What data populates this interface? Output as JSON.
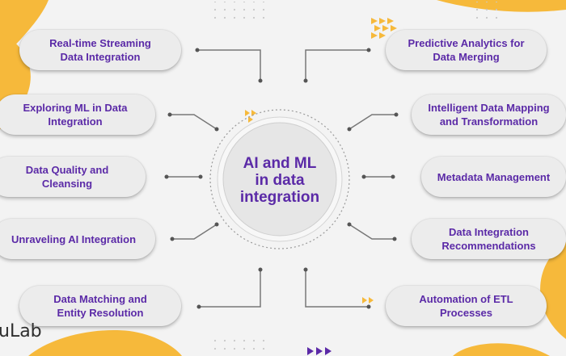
{
  "center_title": "AI and ML\nin data\nintegration",
  "left_items": [
    "Real-time Streaming\nData Integration",
    "Exploring ML in Data\nIntegration",
    "Data Quality and\nCleansing",
    "Unraveling AI Integration",
    "Data Matching and\nEntity Resolution"
  ],
  "right_items": [
    "Predictive Analytics for\nData Merging",
    "Intelligent Data Mapping\nand Transformation",
    "Metadata Management",
    "Data Integration\nRecommendations",
    "Automation of ETL\nProcesses"
  ],
  "brand_text": "uLab",
  "colors": {
    "accent_purple": "#5b2aa7",
    "accent_yellow": "#f6b93b",
    "pill_background": "#ececec",
    "connector_gray": "#777777"
  }
}
